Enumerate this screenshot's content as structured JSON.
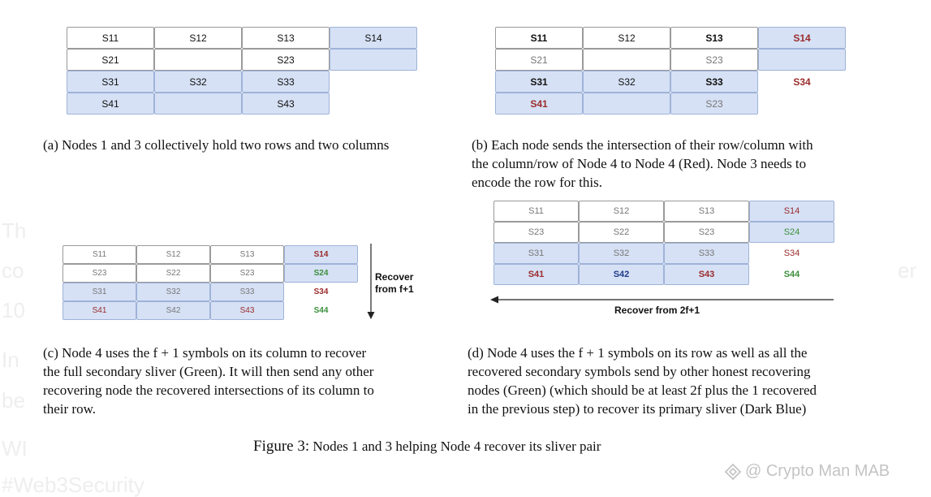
{
  "background_text": [
    "Th",
    "co",
    "10",
    "In",
    "be",
    "WI",
    "#Web3Security",
    "er"
  ],
  "colors": {
    "light_blue": "#d6e1f5",
    "red": "#9b2b2b",
    "green": "#3b8f3b",
    "dark_blue": "#1f3a8a",
    "gray": "#777777",
    "black": "#111111"
  },
  "panels": {
    "a": {
      "caption": "(a) Nodes 1 and 3 collectively hold two rows and two columns",
      "rows": [
        [
          {
            "t": "S11",
            "bg": "w",
            "c": "black"
          },
          {
            "t": "S12",
            "bg": "w",
            "c": "black"
          },
          {
            "t": "S13",
            "bg": "w",
            "c": "black"
          },
          {
            "t": "S14",
            "bg": "b",
            "c": "black"
          }
        ],
        [
          {
            "t": "S21",
            "bg": "w",
            "c": "black"
          },
          {
            "t": "",
            "bg": "w",
            "c": "black"
          },
          {
            "t": "S23",
            "bg": "w",
            "c": "black"
          },
          {
            "t": "",
            "bg": "b",
            "c": "black"
          }
        ],
        [
          {
            "t": "S31",
            "bg": "b",
            "c": "black"
          },
          {
            "t": "S32",
            "bg": "b",
            "c": "black"
          },
          {
            "t": "S33",
            "bg": "b",
            "c": "black"
          },
          {
            "t": "",
            "bg": "n",
            "c": "black"
          }
        ],
        [
          {
            "t": "S41",
            "bg": "b",
            "c": "black"
          },
          {
            "t": "",
            "bg": "b",
            "c": "black"
          },
          {
            "t": "S43",
            "bg": "b",
            "c": "black"
          },
          {
            "t": "",
            "bg": "n",
            "c": "black"
          }
        ]
      ]
    },
    "b": {
      "caption_lines": [
        "(b) Each node sends the intersection of their row/column with",
        "the column/row of Node 4 to Node 4 (Red). Node 3 needs to",
        "encode the row for this."
      ],
      "rows": [
        [
          {
            "t": "S11",
            "bg": "w",
            "c": "black",
            "bold": true
          },
          {
            "t": "S12",
            "bg": "w",
            "c": "black"
          },
          {
            "t": "S13",
            "bg": "w",
            "c": "black",
            "bold": true
          },
          {
            "t": "S14",
            "bg": "b",
            "c": "red",
            "bold": true
          }
        ],
        [
          {
            "t": "S21",
            "bg": "w",
            "c": "gray"
          },
          {
            "t": "",
            "bg": "w",
            "c": "black"
          },
          {
            "t": "S23",
            "bg": "w",
            "c": "gray"
          },
          {
            "t": "",
            "bg": "b",
            "c": "black"
          }
        ],
        [
          {
            "t": "S31",
            "bg": "b",
            "c": "black",
            "bold": true
          },
          {
            "t": "S32",
            "bg": "b",
            "c": "black"
          },
          {
            "t": "S33",
            "bg": "b",
            "c": "black",
            "bold": true
          },
          {
            "t": "S34",
            "bg": "n",
            "c": "red",
            "bold": true
          }
        ],
        [
          {
            "t": "S41",
            "bg": "b",
            "c": "red",
            "bold": true
          },
          {
            "t": "",
            "bg": "b",
            "c": "black"
          },
          {
            "t": "S23",
            "bg": "b",
            "c": "gray"
          },
          {
            "t": "",
            "bg": "n",
            "c": "black"
          }
        ]
      ]
    },
    "c": {
      "caption_lines": [
        "(c) Node 4 uses the f + 1 symbols on its column to recover",
        "the full secondary sliver (Green). It will then send any other",
        "recovering node the recovered intersections of its column to",
        "their row."
      ],
      "arrow_label_lines": [
        "Recover",
        "from f+1"
      ],
      "rows": [
        [
          {
            "t": "S11",
            "bg": "w",
            "c": "gray"
          },
          {
            "t": "S12",
            "bg": "w",
            "c": "gray"
          },
          {
            "t": "S13",
            "bg": "w",
            "c": "gray"
          },
          {
            "t": "S14",
            "bg": "b",
            "c": "red",
            "bold": true
          }
        ],
        [
          {
            "t": "S23",
            "bg": "w",
            "c": "gray"
          },
          {
            "t": "S22",
            "bg": "w",
            "c": "gray"
          },
          {
            "t": "S23",
            "bg": "w",
            "c": "gray"
          },
          {
            "t": "S24",
            "bg": "b",
            "c": "green",
            "bold": true
          }
        ],
        [
          {
            "t": "S31",
            "bg": "b",
            "c": "gray"
          },
          {
            "t": "S32",
            "bg": "b",
            "c": "gray"
          },
          {
            "t": "S33",
            "bg": "b",
            "c": "gray"
          },
          {
            "t": "S34",
            "bg": "n",
            "c": "red",
            "bold": true
          }
        ],
        [
          {
            "t": "S41",
            "bg": "b",
            "c": "red"
          },
          {
            "t": "S42",
            "bg": "b",
            "c": "gray"
          },
          {
            "t": "S43",
            "bg": "b",
            "c": "red"
          },
          {
            "t": "S44",
            "bg": "n",
            "c": "green",
            "bold": true
          }
        ]
      ]
    },
    "d": {
      "caption_lines": [
        "(d) Node 4 uses the f + 1 symbols on its row as well as all the",
        "recovered secondary symbols send by other honest recovering",
        "nodes (Green) (which should be at least 2f plus the 1 recovered",
        "in the previous step) to recover its primary sliver (Dark Blue)"
      ],
      "arrow_label": "Recover from 2f+1",
      "rows": [
        [
          {
            "t": "S11",
            "bg": "w",
            "c": "gray"
          },
          {
            "t": "S12",
            "bg": "w",
            "c": "gray"
          },
          {
            "t": "S13",
            "bg": "w",
            "c": "gray"
          },
          {
            "t": "S14",
            "bg": "b",
            "c": "red"
          }
        ],
        [
          {
            "t": "S23",
            "bg": "w",
            "c": "gray"
          },
          {
            "t": "S22",
            "bg": "w",
            "c": "gray"
          },
          {
            "t": "S23",
            "bg": "w",
            "c": "gray"
          },
          {
            "t": "S24",
            "bg": "b",
            "c": "green"
          }
        ],
        [
          {
            "t": "S31",
            "bg": "b",
            "c": "gray"
          },
          {
            "t": "S32",
            "bg": "b",
            "c": "gray"
          },
          {
            "t": "S33",
            "bg": "b",
            "c": "gray"
          },
          {
            "t": "S34",
            "bg": "n",
            "c": "red"
          }
        ],
        [
          {
            "t": "S41",
            "bg": "b",
            "c": "red",
            "bold": true
          },
          {
            "t": "S42",
            "bg": "b",
            "c": "dark_blue",
            "bold": true
          },
          {
            "t": "S43",
            "bg": "b",
            "c": "red",
            "bold": true
          },
          {
            "t": "S44",
            "bg": "n",
            "c": "green",
            "bold": true
          }
        ]
      ]
    }
  },
  "figure": {
    "label": "Figure 3:",
    "title": "Nodes 1 and 3 helping Node 4 recover its sliver pair"
  },
  "watermark": {
    "icon": "diamond-logo-icon",
    "text": "@ Crypto Man MAB"
  }
}
